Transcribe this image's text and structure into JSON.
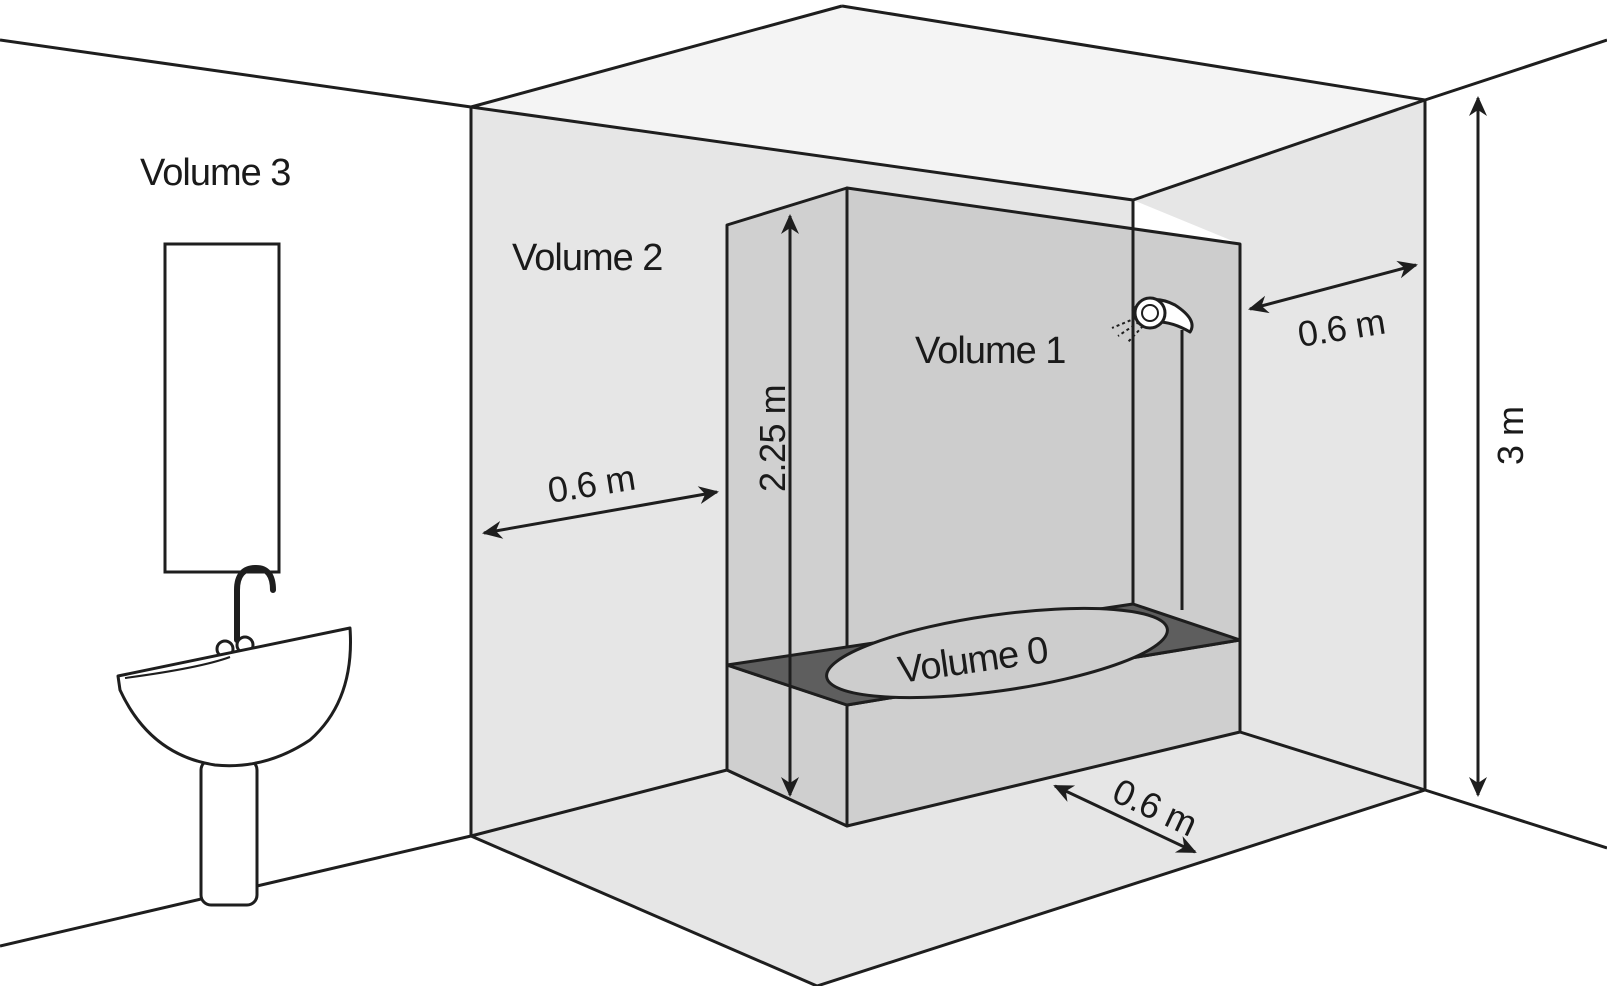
{
  "zones": {
    "volume3": "Volume 3",
    "volume2": "Volume 2",
    "volume1": "Volume 1",
    "volume0": "Volume 0"
  },
  "dimensions": {
    "left_clearance": "0.6 m",
    "right_clearance": "0.6 m",
    "front_clearance": "0.6 m",
    "zone1_height": "2.25 m",
    "room_height": "3 m"
  },
  "colors": {
    "zone2_fill": "#e6e6e6",
    "zone1_fill": "#cdcdcd",
    "zone0_fill": "#5e5e5e",
    "line": "#1e1e1e"
  }
}
